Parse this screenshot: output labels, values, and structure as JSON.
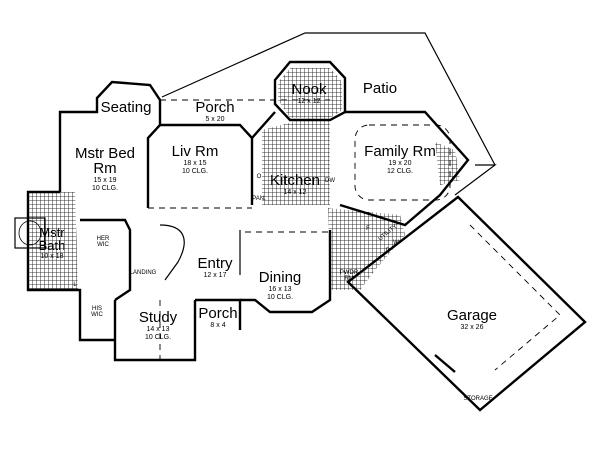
{
  "plan": {
    "rooms": [
      {
        "name": "Seating"
      },
      {
        "name": "Porch",
        "size": "5 x 20"
      },
      {
        "name": "Nook",
        "size": "12 x 12"
      },
      {
        "name": "Patio"
      },
      {
        "name": "Mstr Bed Rm",
        "size": "15 x 19",
        "ceiling": "10 CLG."
      },
      {
        "name": "Liv Rm",
        "size": "18 x 15",
        "ceiling": "10 CLG."
      },
      {
        "name": "Kitchen",
        "size": "14 x 12"
      },
      {
        "name": "Family Rm",
        "size": "19 x 20",
        "ceiling": "12 CLG."
      },
      {
        "name": "Mstr Bath",
        "size": "10 x 18"
      },
      {
        "name": "Entry",
        "size": "12 x 17"
      },
      {
        "name": "Dining",
        "size": "16 x 13",
        "ceiling": "10 CLG."
      },
      {
        "name": "Study",
        "size": "14 x 13",
        "ceiling": "10 CLG."
      },
      {
        "name": "Porch",
        "size": "8 x 4"
      },
      {
        "name": "Garage",
        "size": "32 x 26"
      }
    ],
    "small_labels": {
      "her_wic": "HER WIC",
      "his_wic": "HIS WIC",
      "landing": "LANDING",
      "pantry": "PAN.",
      "dw": "DW",
      "o": "O",
      "utility": "UTILITY",
      "pwdr_rm": "PWDR RM",
      "storage": "STORAGE",
      "f": "F",
      "w": "W",
      "d": "D",
      "l": "L"
    }
  }
}
